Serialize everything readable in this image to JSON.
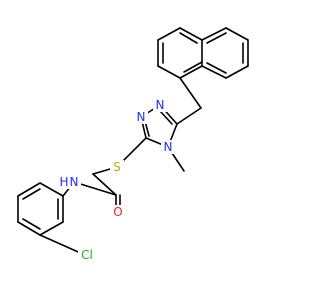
{
  "molecule": {
    "atoms": [
      {
        "id": "N",
        "label": "N",
        "color": "#1f2dff",
        "role": "triazole-nitrogen"
      },
      {
        "id": "N",
        "label": "N",
        "color": "#1f2dff",
        "role": "triazole-nitrogen"
      },
      {
        "id": "N",
        "label": "N",
        "color": "#1f2dff",
        "role": "triazole-methyl-nitrogen"
      },
      {
        "id": "S",
        "label": "S",
        "color": "#b5b200",
        "role": "thioether-sulfur"
      },
      {
        "id": "O",
        "label": "O",
        "color": "#ff1a1a",
        "role": "carbonyl-oxygen"
      },
      {
        "id": "N",
        "label": "N",
        "color": "#1f2dff",
        "role": "amide-nitrogen"
      },
      {
        "id": "H",
        "label": "H",
        "color": "#1f2dff",
        "role": "amide-hydrogen"
      },
      {
        "id": "Cl",
        "label": "Cl",
        "color": "#16b31b",
        "role": "chlorine"
      }
    ]
  }
}
